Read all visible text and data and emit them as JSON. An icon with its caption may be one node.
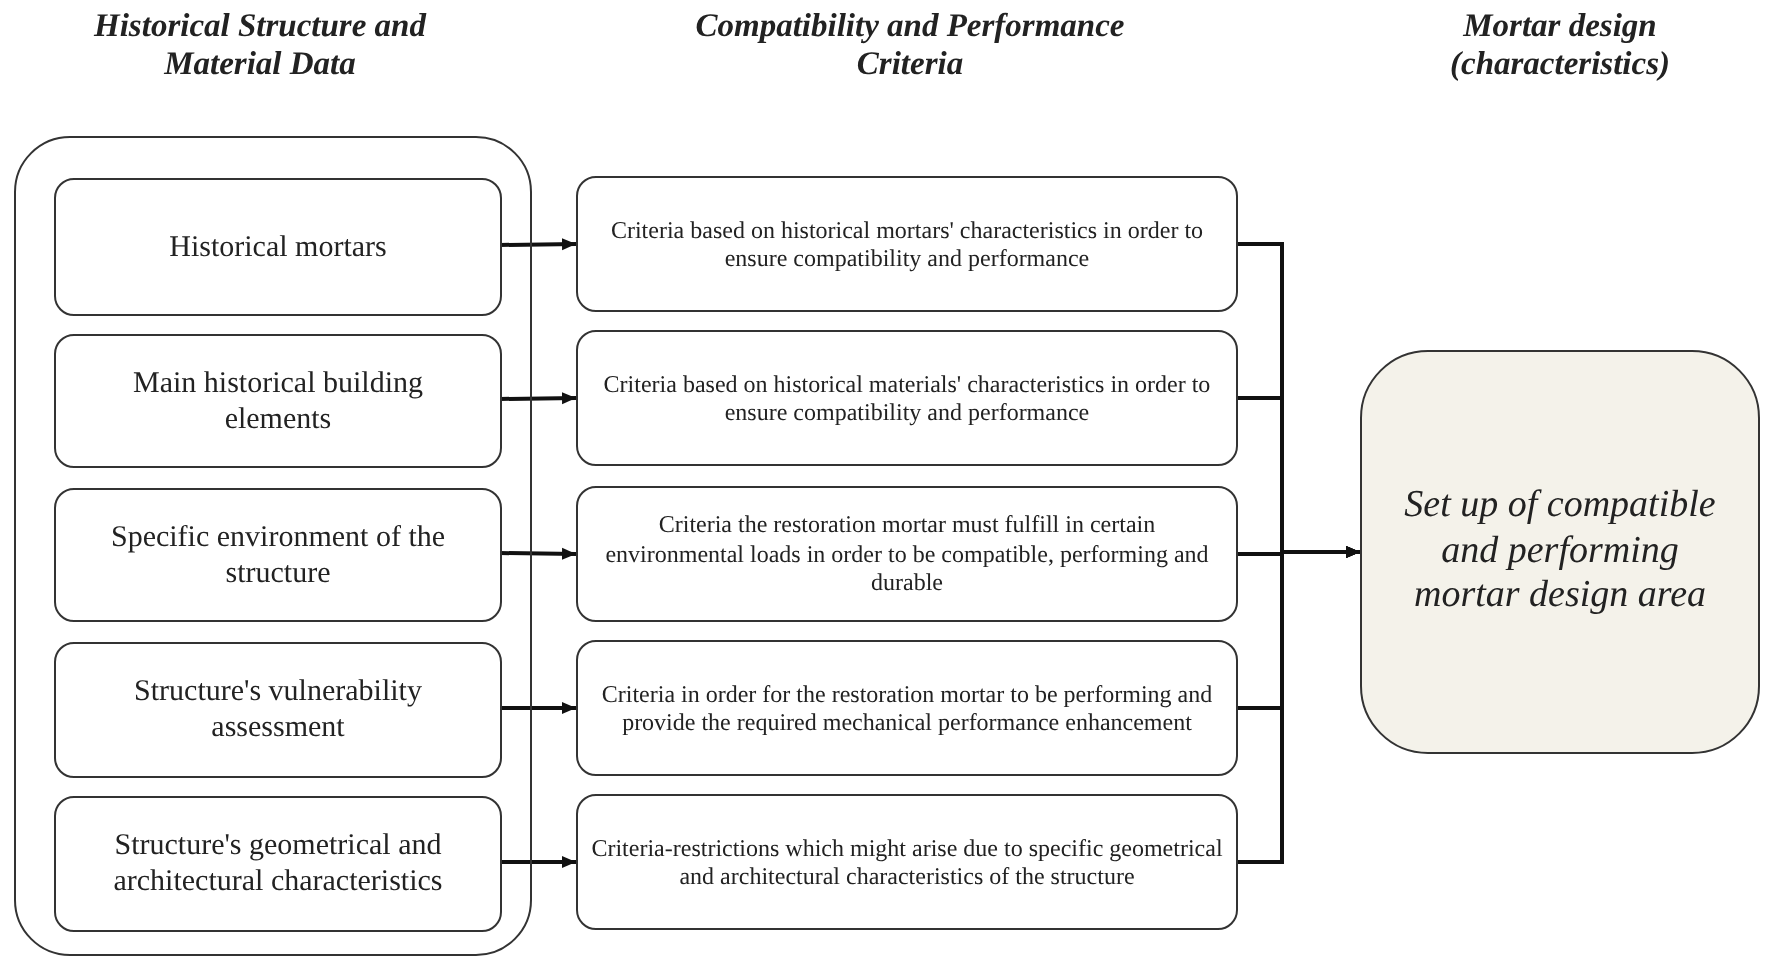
{
  "diagram": {
    "nodes": [
      {
        "text": [],
        "shape": "box"
      },
      {
        "text": [
          "Historical mortars"
        ],
        "in": 0
      },
      {
        "text": [
          "Main historical building elements"
        ],
        "in": 0
      },
      {
        "text": [
          "Specific environment of the structure"
        ],
        "in": 0
      },
      {
        "text": [
          "Structure's vulnerability assessment"
        ],
        "in": 0
      },
      {
        "text": [
          "Structure's geometrical and architectural characteristics"
        ],
        "in": 0
      },
      {
        "text": [
          "Criteria based on historical mortars' characteristics in order to ensure compatibility and performance"
        ]
      },
      {
        "text": [
          "Criteria based on historical materials' characteristics in order to ensure compatibility and performance"
        ]
      },
      {
        "text": [
          "Criteria the restoration mortar must fulfill in certain environmental loads in order to be compatible, performing and durable"
        ]
      },
      {
        "text": [
          "Criteria in order for the restoration mortar to be performing and provide the required mechanical performance enhancement"
        ]
      },
      {
        "text": [
          "Criteria-restrictions which might arise due to specific geometrical and architectural characteristics of the structure"
        ]
      },
      {
        "text": [
          "Set up of compatible and performing mortar design area"
        ]
      }
    ],
    "edges": [
      {
        "from": 1,
        "to": 6,
        "arrow": "to"
      },
      {
        "from": 2,
        "to": 7,
        "arrow": "to"
      },
      {
        "from": 3,
        "to": 8,
        "arrow": "to"
      },
      {
        "from": 4,
        "to": 9,
        "arrow": "to"
      },
      {
        "from": 5,
        "to": 10,
        "arrow": "to"
      },
      {
        "from": 6,
        "to": 11,
        "arrow": "to"
      },
      {
        "from": 7,
        "to": 11,
        "arrow": "to"
      },
      {
        "from": 8,
        "to": 11,
        "arrow": "to"
      },
      {
        "from": 9,
        "to": 11,
        "arrow": "to"
      },
      {
        "from": 10,
        "to": 11,
        "arrow": "to"
      }
    ],
    "labels": [
      "Historical Structure and Material Data",
      "Compatibility and Performance Criteria",
      "Mortar design (characteristics)"
    ]
  }
}
